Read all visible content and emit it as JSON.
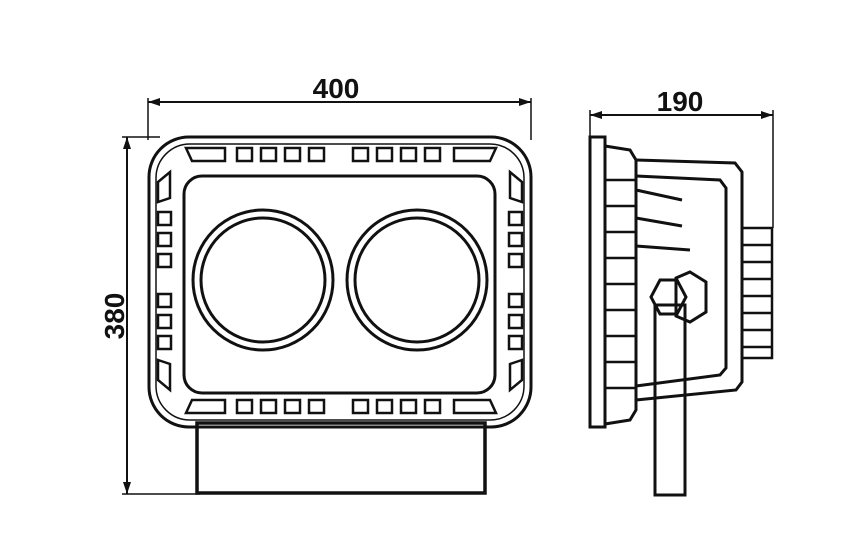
{
  "dimensions": {
    "front_width": "400",
    "front_height": "380",
    "side_depth": "190"
  },
  "colors": {
    "line": "#111111",
    "background": "#ffffff"
  }
}
